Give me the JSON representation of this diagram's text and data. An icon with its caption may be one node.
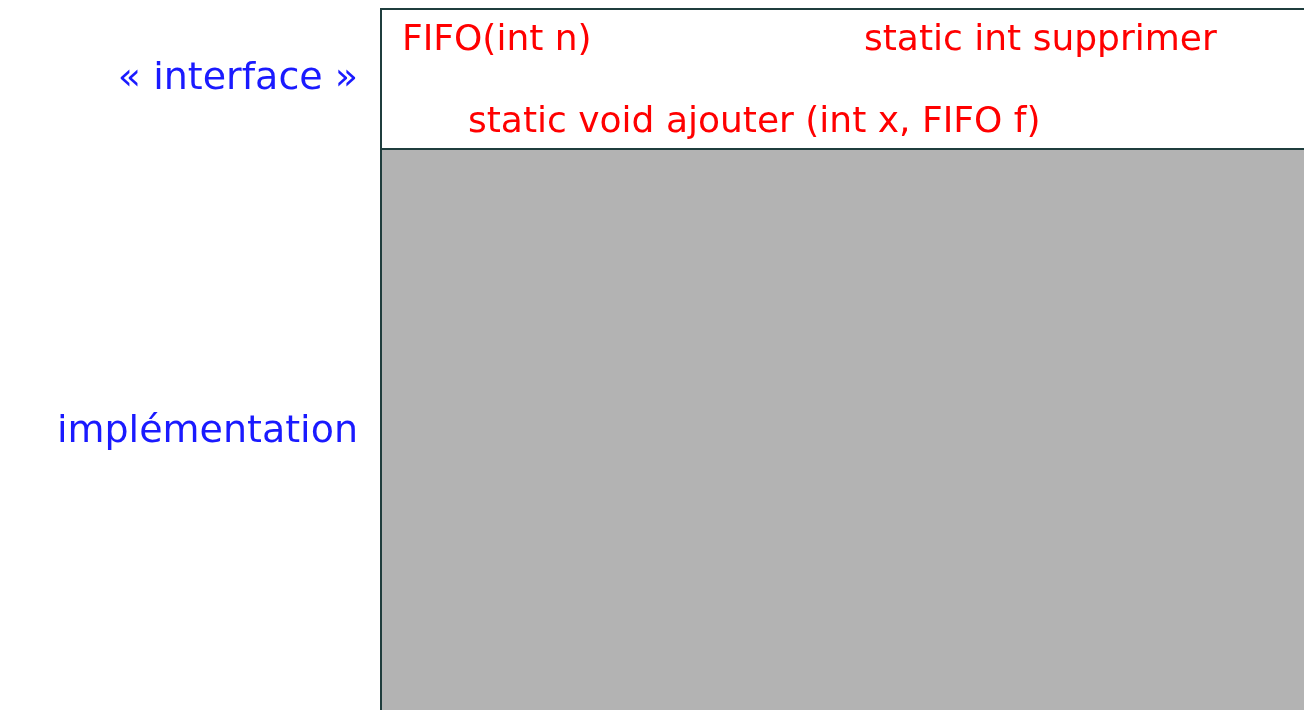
{
  "diagram": {
    "nodes": [
      {
        "text": [
          "FIFO(int n)",
          "static int supprimer",
          "static void ajouter (int x, FIFO f)"
        ],
        "beside": [
          "« interface »"
        ]
      },
      {
        "text": [],
        "shape": "box",
        "beside": [
          "implémentation"
        ]
      }
    ]
  }
}
